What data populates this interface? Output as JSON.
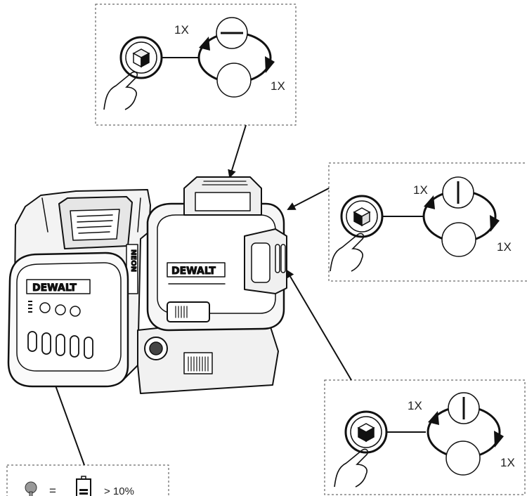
{
  "diagram": {
    "brand_front": "DEWALT",
    "brand_main": "DEWALT",
    "side_text": "NEON",
    "panels": [
      {
        "id": "top",
        "press_label_a": "1X",
        "press_label_b": "1X",
        "icon_state": "light"
      },
      {
        "id": "right",
        "press_label_a": "1X",
        "press_label_b": "1X",
        "icon_state": "mid"
      },
      {
        "id": "bottom-right",
        "press_label_a": "1X",
        "press_label_b": "1X",
        "icon_state": "dark"
      }
    ],
    "battery_legend": {
      "equals": "=",
      "threshold": "> 10%"
    }
  }
}
